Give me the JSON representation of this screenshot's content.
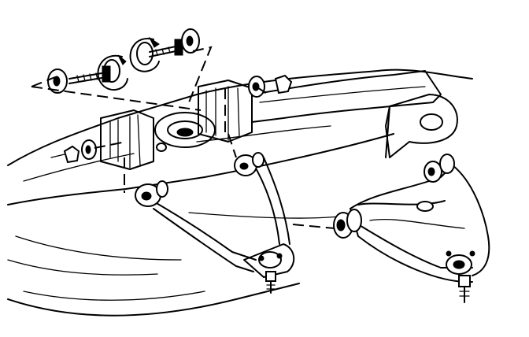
{
  "diagram": {
    "type": "exploded-view line drawing",
    "colors": {
      "line": "#000000",
      "background": "#ffffff"
    },
    "parts": [
      "frame-rail",
      "frame-crossmember",
      "frame-bracket-front",
      "frame-bracket-rear",
      "control-arm-installed",
      "control-arm-removed",
      "bushing",
      "ball-joint",
      "cam-washer",
      "cam-bolt",
      "nut"
    ]
  }
}
